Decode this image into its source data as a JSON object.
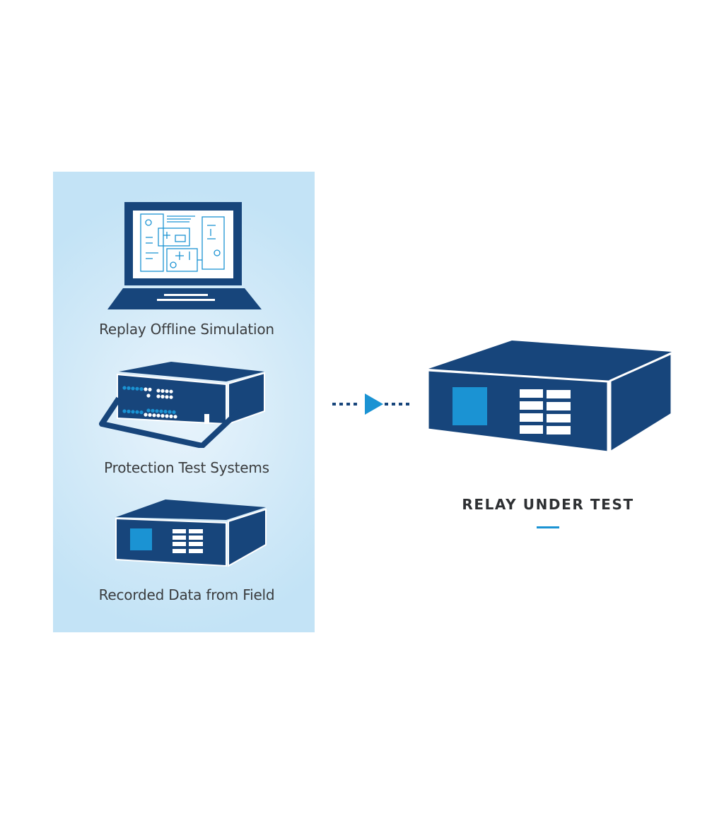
{
  "sources": {
    "items": [
      {
        "label": "Replay Offline Simulation",
        "icon": "laptop-icon"
      },
      {
        "label": "Protection Test Systems",
        "icon": "test-set-icon"
      },
      {
        "label": "Recorded Data from Field",
        "icon": "recorder-icon"
      }
    ]
  },
  "target": {
    "title": "RELAY UNDER TEST",
    "icon": "relay-icon"
  },
  "connector": {
    "icon": "arrow-right-icon"
  },
  "colors": {
    "navy": "#17457b",
    "accent": "#1b93d3",
    "panel": "#c5e4f7",
    "text": "#3a3c3e"
  }
}
